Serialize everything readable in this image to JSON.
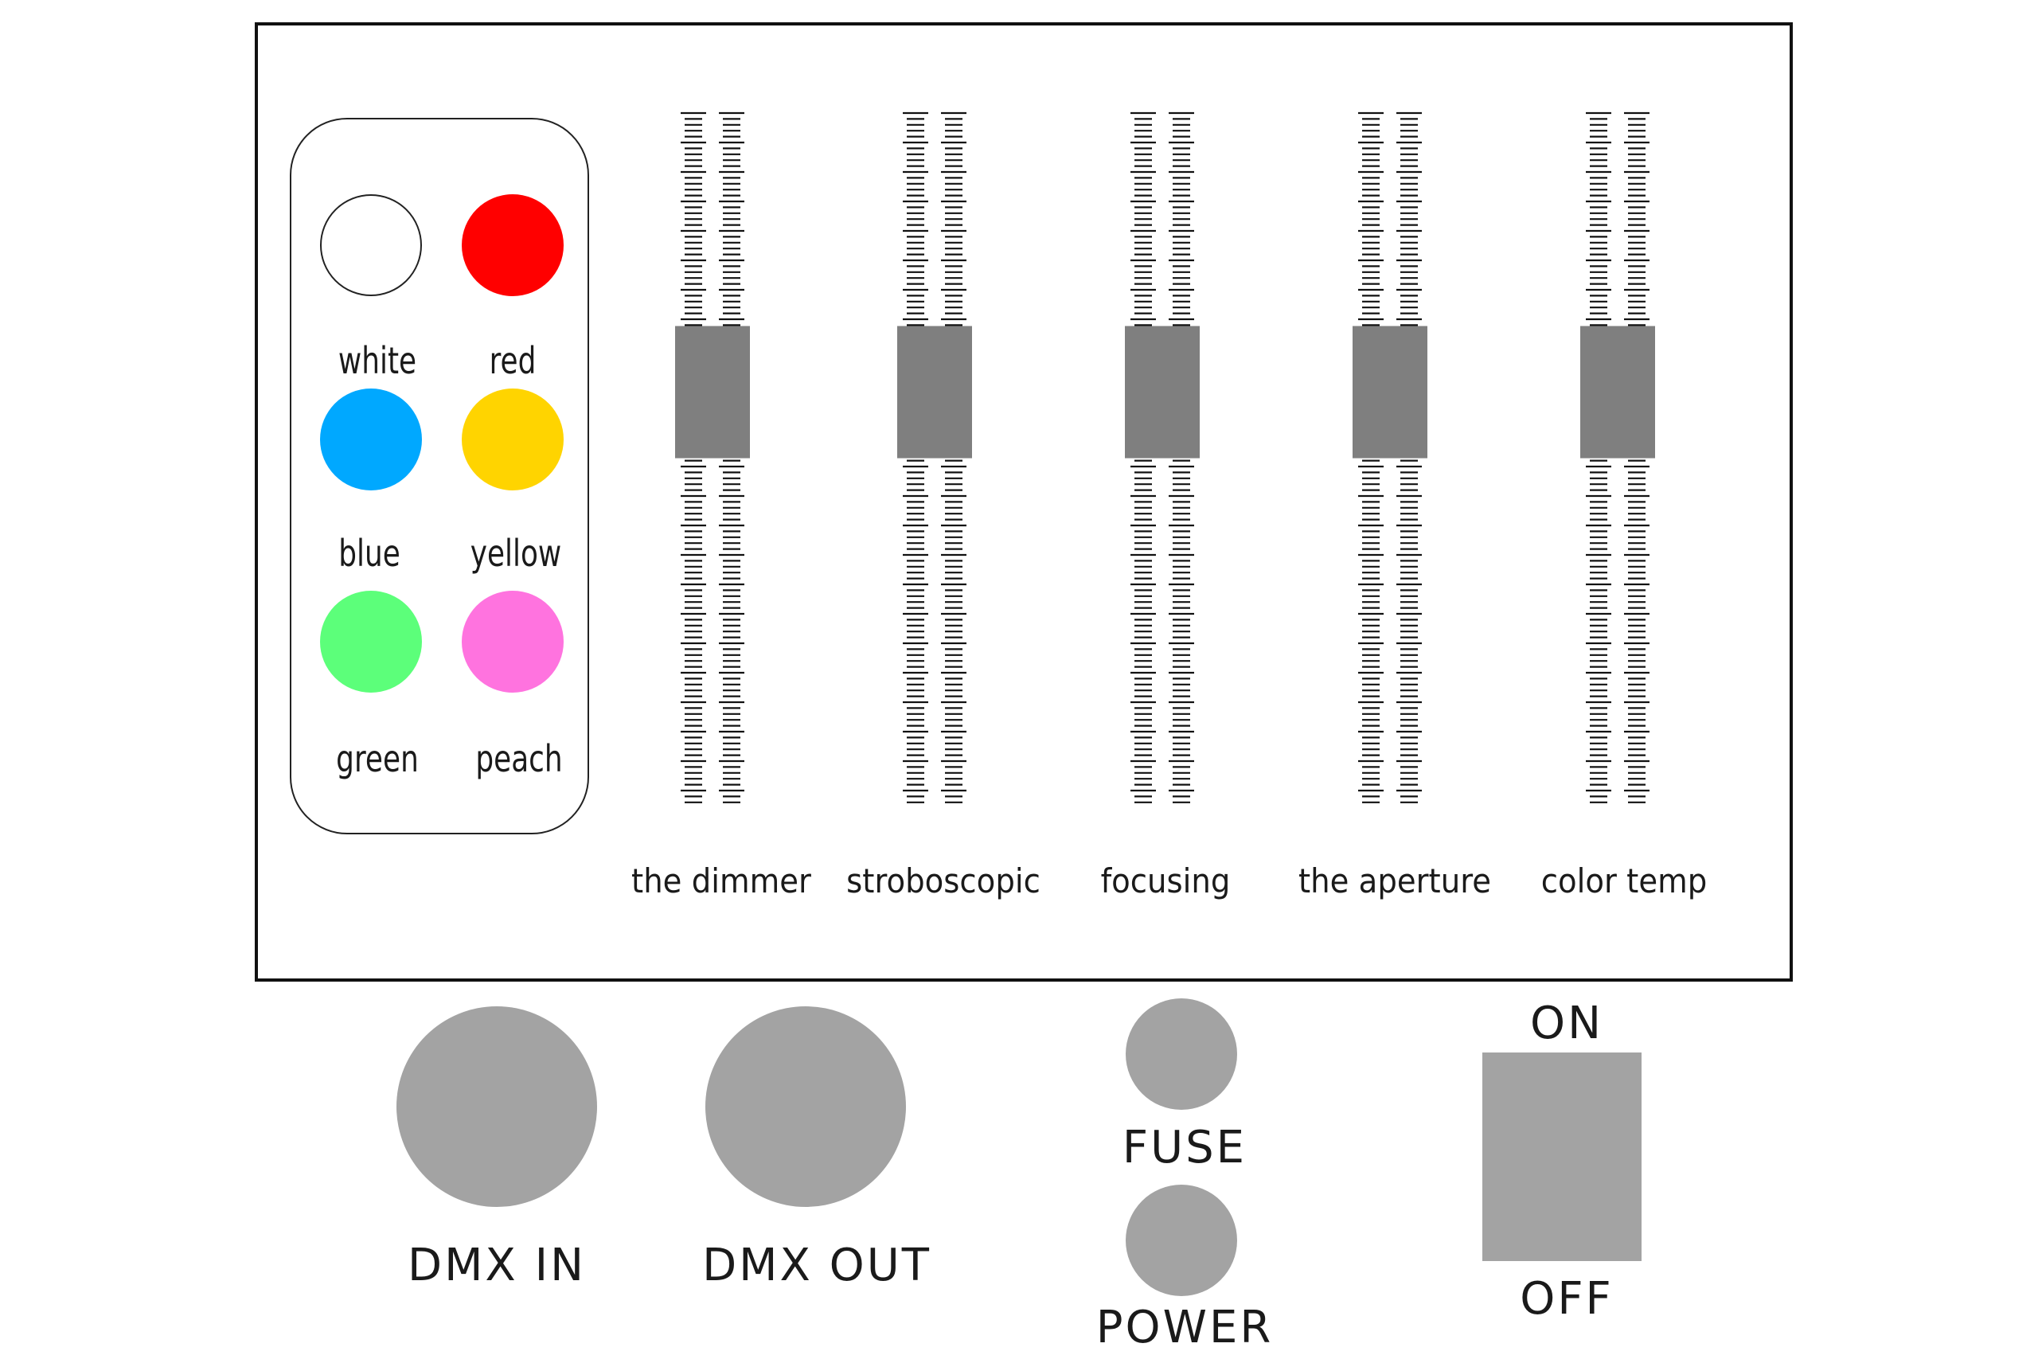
{
  "remote": {
    "buttons": [
      {
        "label": "white",
        "color": "#ffffff"
      },
      {
        "label": "red",
        "color": "#ff0000"
      },
      {
        "label": "blue",
        "color": "#00a8ff"
      },
      {
        "label": "yellow",
        "color": "#ffd400"
      },
      {
        "label": "green",
        "color": "#5cff7a"
      },
      {
        "label": "peach",
        "color": "#ff73df"
      }
    ]
  },
  "faders": [
    {
      "label": "the dimmer",
      "level": 0.62
    },
    {
      "label": "stroboscopic",
      "level": 0.62
    },
    {
      "label": "focusing",
      "level": 0.62
    },
    {
      "label": "the aperture",
      "level": 0.62
    },
    {
      "label": "color temp",
      "level": 0.62
    }
  ],
  "fader_knob_color": "#7f7f7f",
  "ports": {
    "dmx_in": "DMX IN",
    "dmx_out": "DMX OUT",
    "fuse": "FUSE",
    "power": "POWER"
  },
  "port_color": "#a3a3a3",
  "switch": {
    "on_label": "ON",
    "off_label": "OFF"
  }
}
